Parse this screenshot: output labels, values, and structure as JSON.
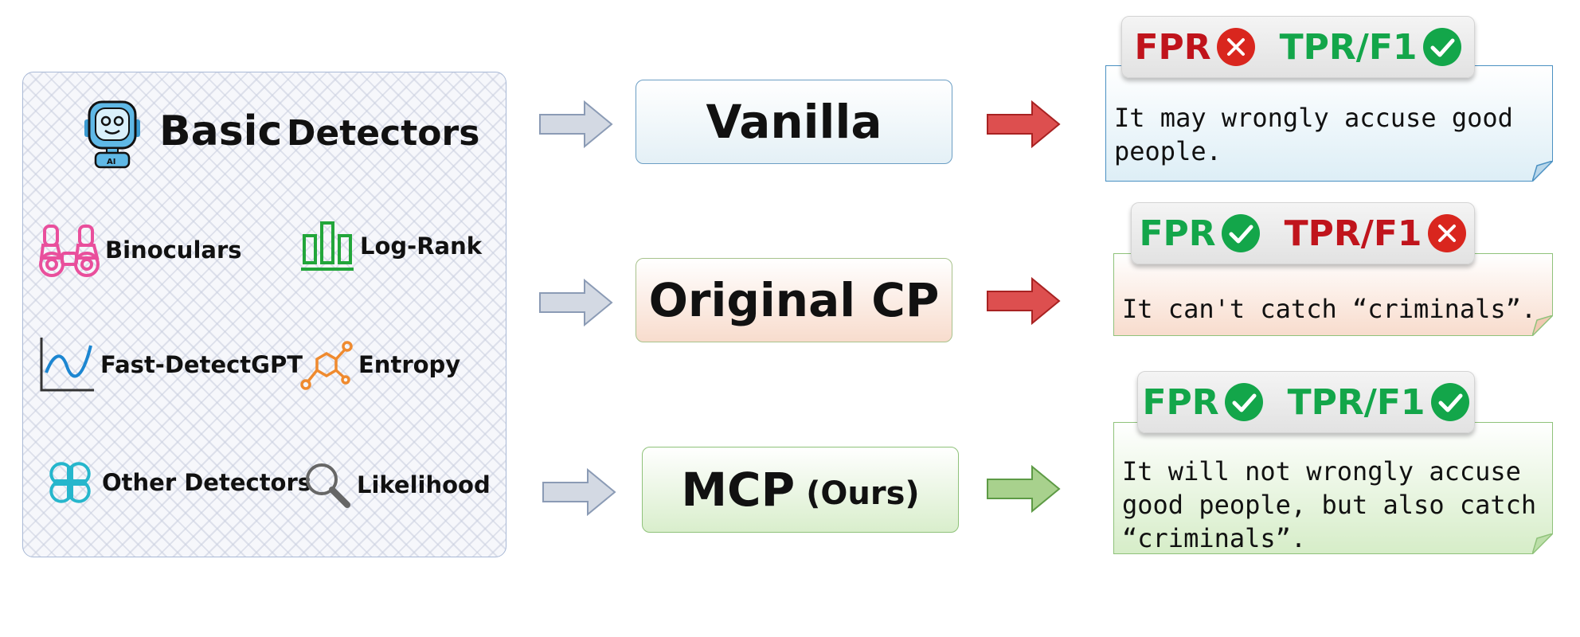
{
  "panel": {
    "title_big": "Basic",
    "title_small": "Detectors",
    "detectors": [
      {
        "label": "Binoculars",
        "icon": "binoculars-icon"
      },
      {
        "label": "Log-Rank",
        "icon": "bar-chart-icon"
      },
      {
        "label": "Fast-DetectGPT",
        "icon": "line-chart-icon"
      },
      {
        "label": "Entropy",
        "icon": "molecule-icon"
      },
      {
        "label": "Other Detectors",
        "icon": "clover-icon"
      },
      {
        "label": "Likelihood",
        "icon": "magnifier-icon"
      }
    ]
  },
  "methods": [
    {
      "name": "Vanilla",
      "suffix": ""
    },
    {
      "name": "Original CP",
      "suffix": ""
    },
    {
      "name": "MCP",
      "suffix": "(Ours)"
    }
  ],
  "results": [
    {
      "fpr_label": "FPR",
      "tpr_label": "TPR/F1",
      "fpr_status": "cross",
      "tpr_status": "check",
      "text": "It may wrongly accuse good people."
    },
    {
      "fpr_label": "FPR",
      "tpr_label": "TPR/F1",
      "fpr_status": "check",
      "tpr_status": "cross",
      "text": "It can't catch “criminals”."
    },
    {
      "fpr_label": "FPR",
      "tpr_label": "TPR/F1",
      "fpr_status": "check",
      "tpr_status": "check",
      "text": "It will not wrongly accuse good people, but also catch “criminals”."
    }
  ],
  "colors": {
    "bad": "#c0141c",
    "good": "#13a64a",
    "arrow_gray": "#d3d9e3",
    "arrow_red": "#dd4f4f",
    "arrow_green": "#a8d18d"
  }
}
